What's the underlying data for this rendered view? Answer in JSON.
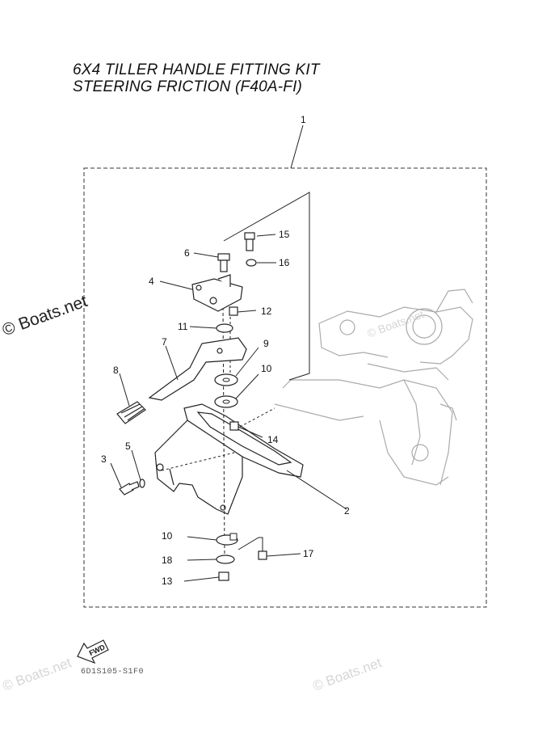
{
  "title": {
    "line1": "6X4 TILLER HANDLE FITTING KIT",
    "line2": "STEERING FRICTION (F40A-FI)"
  },
  "watermark": {
    "main": "© Boats.net",
    "faint": "© Boats.net"
  },
  "fwd_arrow_label": "FWD",
  "diagram_code": "6D1S105-S1F0",
  "callouts": {
    "c1": "1",
    "c2": "2",
    "c3": "3",
    "c4": "4",
    "c5": "5",
    "c6": "6",
    "c7": "7",
    "c8": "8",
    "c9": "9",
    "c10a": "10",
    "c10b": "10",
    "c11": "11",
    "c12": "12",
    "c13": "13",
    "c14": "14",
    "c15": "15",
    "c16": "16",
    "c17": "17",
    "c18": "18"
  }
}
